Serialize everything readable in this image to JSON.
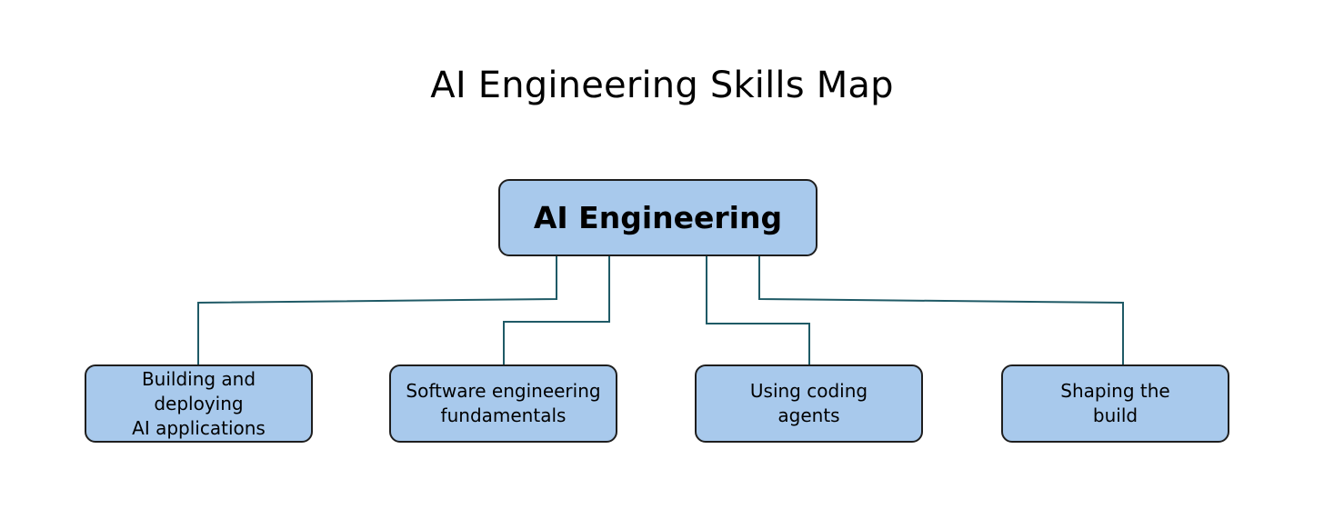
{
  "diagram": {
    "title": "AI Engineering Skills Map",
    "root": {
      "label": "AI Engineering"
    },
    "children": [
      {
        "label": "Building and deploying\nAI applications"
      },
      {
        "label": "Software engineering\nfundamentals"
      },
      {
        "label": "Using coding\nagents"
      },
      {
        "label": "Shaping the\nbuild"
      }
    ],
    "colors": {
      "box_fill": "#a8c9ec",
      "box_border": "#1e1e1e",
      "connector": "#1f5a66"
    }
  }
}
